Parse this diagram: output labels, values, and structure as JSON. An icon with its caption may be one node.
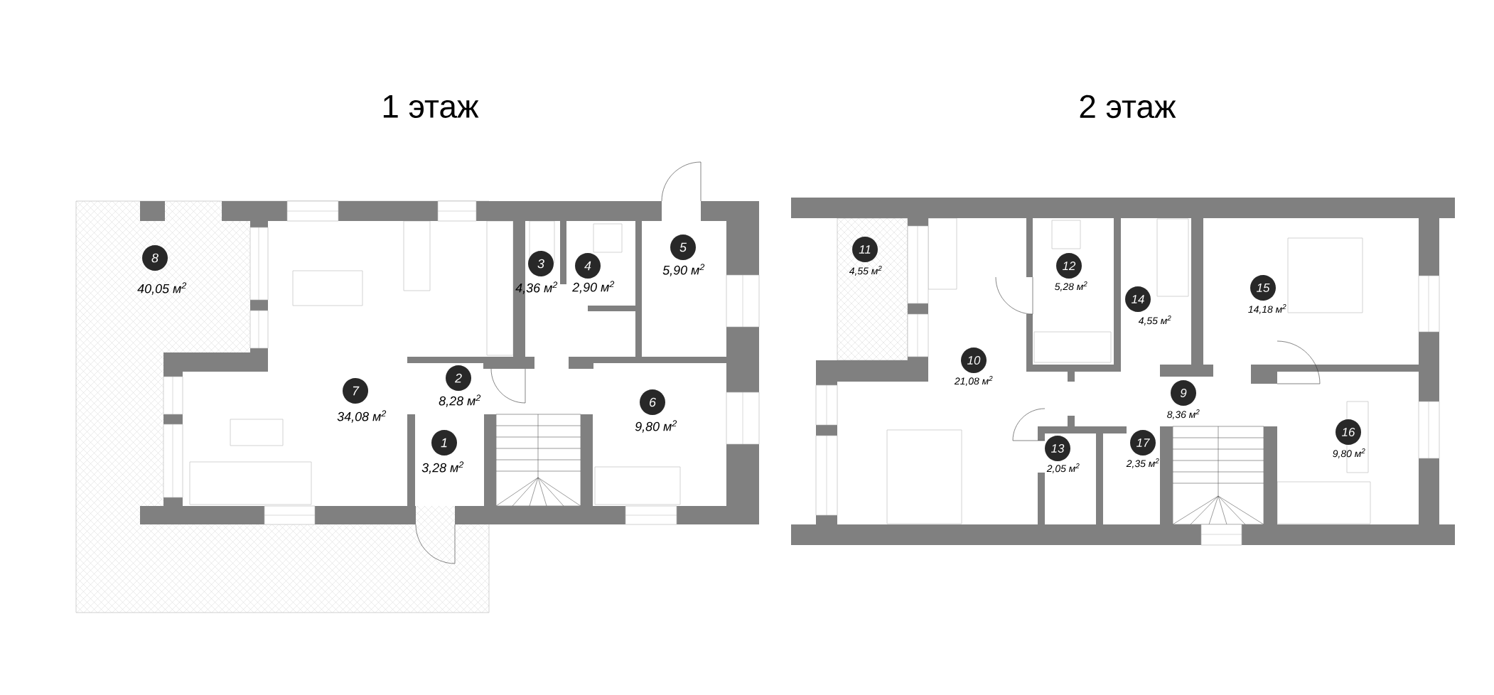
{
  "diagram": {
    "nodes": [
      {
        "text": [
          "1"
        ],
        "beside": [
          "3,28 м$^{2}$"
        ]
      },
      {
        "text": [
          "2"
        ],
        "beside": [
          "8,28 м$^{2}$"
        ]
      },
      {
        "text": [
          "3"
        ],
        "beside": [
          "4,36 м$^{2}$"
        ]
      },
      {
        "text": [
          "4"
        ],
        "beside": [
          "2,90 м$^{2}$"
        ]
      },
      {
        "text": [
          "5"
        ],
        "beside": [
          "5,90 м$^{2}$"
        ]
      },
      {
        "text": [
          "6"
        ],
        "beside": [
          "9,80 м$^{2}$"
        ]
      },
      {
        "text": [
          "7"
        ],
        "beside": [
          "34,08 м$^{2}$"
        ]
      },
      {
        "text": [
          "8"
        ],
        "beside": [
          "40,05 м$^{2}$"
        ]
      },
      {
        "text": [
          "9"
        ],
        "beside": [
          "8,36 м$^{2}$"
        ]
      },
      {
        "text": [
          "10"
        ],
        "beside": [
          "21,08 м$^{2}$"
        ]
      },
      {
        "text": [
          "11"
        ],
        "beside": [
          "4,55 м$^{2}$"
        ]
      },
      {
        "text": [
          "12"
        ],
        "beside": [
          "5,28 м$^{2}$"
        ]
      },
      {
        "text": [
          "13"
        ],
        "beside": [
          "2,05 м$^{2}$"
        ]
      },
      {
        "text": [
          "14"
        ],
        "beside": [
          "4,55 м$^{2}$"
        ]
      },
      {
        "text": [
          "15"
        ],
        "beside": [
          "14,18 м$^{2}$"
        ]
      },
      {
        "text": [
          "16"
        ],
        "beside": [
          "9,80 м$^{2}$"
        ]
      },
      {
        "text": [
          "17"
        ],
        "beside": [
          "2,35 м$^{2}$"
        ]
      }
    ],
    "labels": [
      "1 этаж",
      "2 этаж"
    ]
  }
}
